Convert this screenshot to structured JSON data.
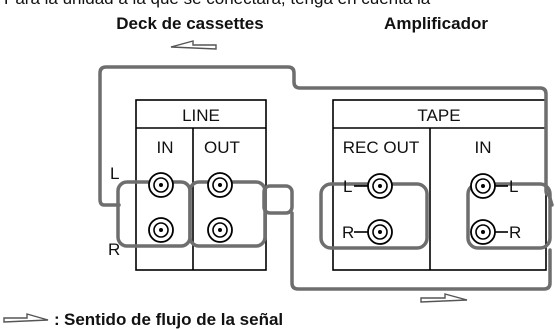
{
  "top_cut_text": "Para la unidad a la que se conectará, tenga en cuenta la",
  "device_left": {
    "title": "Deck de cassettes",
    "panel_label": "LINE",
    "col_in": "IN",
    "col_out": "OUT",
    "row_l": "L",
    "row_r": "R"
  },
  "device_right": {
    "title": "Amplificador",
    "panel_label": "TAPE",
    "col_rec_out": "REC OUT",
    "col_in": "IN",
    "row_l_left": "L",
    "row_r_left": "R",
    "row_l_right": "L",
    "row_r_right": "R"
  },
  "legend": {
    "separator": ":",
    "text": "Sentido de flujo de la señal"
  },
  "colors": {
    "cable": "#6e6e6e",
    "stroke": "#000000"
  },
  "icons": [
    "flow-arrow-left-icon",
    "flow-arrow-right-icon",
    "rca-jack-icon"
  ]
}
